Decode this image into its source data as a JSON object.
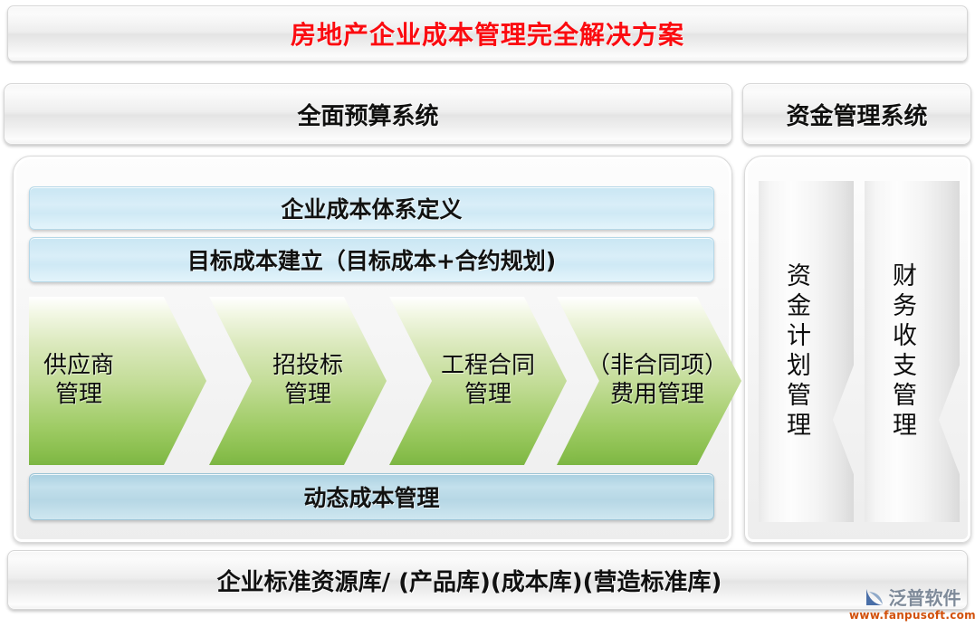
{
  "title": {
    "text": "房地产企业成本管理完全解决方案",
    "color": "#fb0b10"
  },
  "systems": {
    "budget": {
      "header": "全面预算系统",
      "top_bars": [
        {
          "label": "企业成本体系定义"
        },
        {
          "label": "目标成本建立（目标成本+合约规划)"
        }
      ],
      "process_steps": [
        {
          "line1": "供应商",
          "line2": "管理"
        },
        {
          "line1": "招投标",
          "line2": "管理"
        },
        {
          "line1": "工程合同",
          "line2": "管理"
        },
        {
          "line1": "（非合同项）",
          "line2": "费用管理"
        }
      ],
      "bottom_bar": {
        "label": "动态成本管理"
      }
    },
    "fund": {
      "header": "资金管理系统",
      "items": [
        {
          "label": "资金计划管理"
        },
        {
          "label": "财务收支管理"
        }
      ]
    }
  },
  "footer": {
    "text": "企业标准资源库/ (产品库)(成本库)(营造标准库)"
  },
  "watermark": {
    "brand": "泛普软件",
    "url": "www.fanpusoft.com",
    "icon": "fanpu-logo-icon"
  },
  "colors": {
    "title_red": "#fb0b10",
    "blue_bar": "#d3ebf6",
    "dynamic_blue_bar": "#b6d7e5",
    "green_chevron_light": "#f2f7e4",
    "green_chevron_dark": "#7cb543",
    "panel_gray": "#efefef",
    "watermark_brand": "#7e8a99",
    "watermark_url": "#d2500a"
  }
}
